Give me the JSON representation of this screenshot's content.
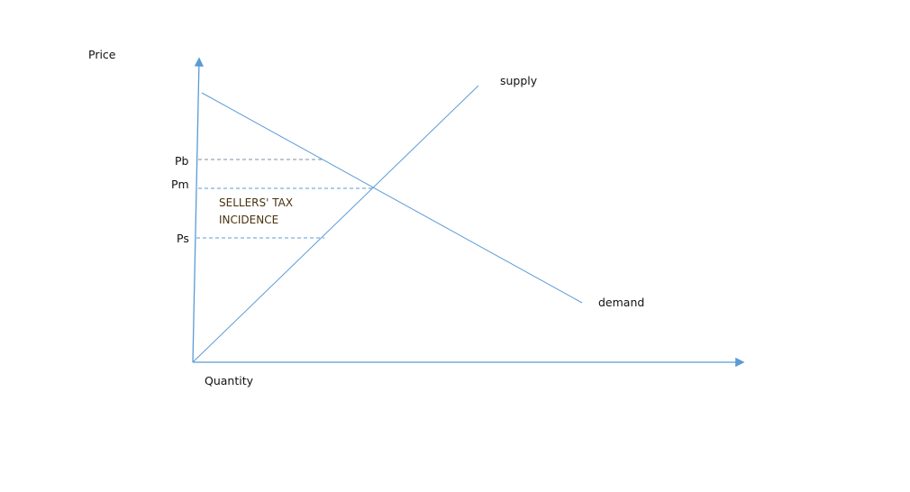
{
  "labels": {
    "y_axis": "Price",
    "x_axis": "Quantity",
    "supply": "supply",
    "demand": "demand",
    "pb": "Pb",
    "pm": "Pm",
    "ps": "Ps",
    "note_line1": "SELLERS' TAX",
    "note_line2": "INCIDENCE"
  },
  "colors": {
    "line": "#5b9bd5",
    "pb_line": "#7f8fa0",
    "note": "#4a3210"
  }
}
